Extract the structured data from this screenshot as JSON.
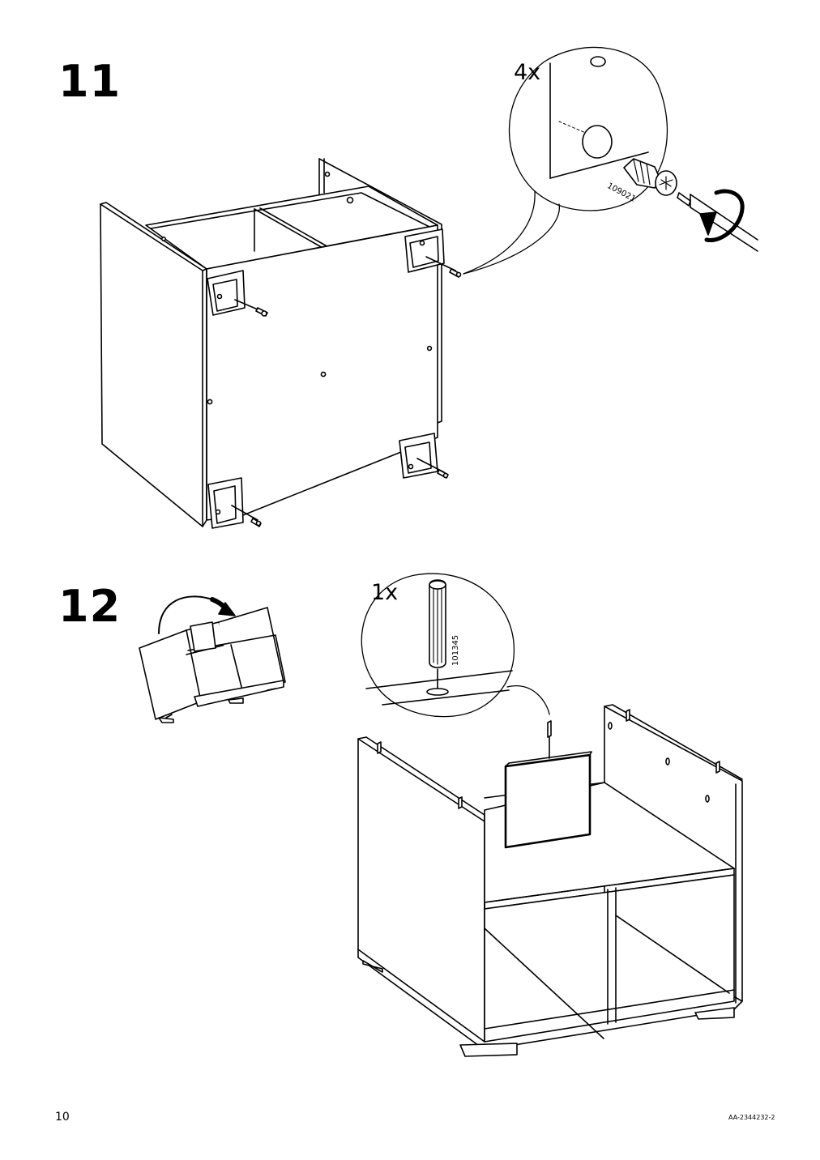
{
  "page": {
    "page_number": "10",
    "document_id": "AA-2344232-2"
  },
  "steps": [
    {
      "number": "11",
      "quantity": "4x",
      "part_number": "109021",
      "illustration": "attach-bracket-screws-with-screwdriver"
    },
    {
      "number": "12",
      "quantity": "1x",
      "part_number": "101345",
      "illustration": "flip-unit-and-insert-dowel-panel"
    }
  ],
  "icons": {
    "rotate": "clockwise-arrow-icon",
    "flip": "flip-arrow-icon"
  }
}
